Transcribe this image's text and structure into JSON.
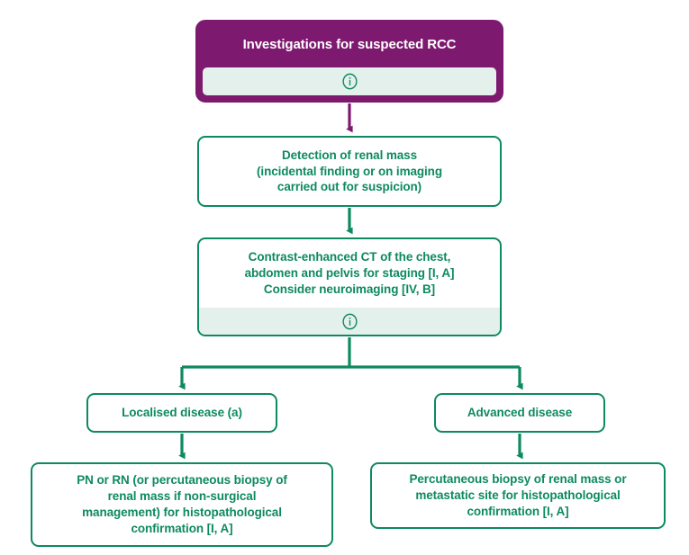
{
  "diagram": {
    "title": "Investigations for suspected RCC",
    "colors": {
      "purple": "#7D1A6F",
      "green": "#0D8A5F",
      "info_strip_bg": "#E4F0EC",
      "page_bg": "#FFFFFF"
    },
    "nodes": {
      "header": {
        "label": "Investigations for suspected RCC",
        "has_info": true,
        "info_icon": "info-circle-icon",
        "style": "purple"
      },
      "detection": {
        "label": "Detection of renal mass\n(incidental finding or on imaging\ncarried out for suspicion)",
        "lines": [
          "Detection of renal mass",
          "(incidental finding or on imaging",
          "carried out for suspicion)"
        ],
        "has_info": false,
        "style": "green"
      },
      "staging": {
        "lines": [
          "Contrast-enhanced CT of the chest,",
          "abdomen and pelvis for staging [I, A]",
          "Consider neuroimaging [IV, B]"
        ],
        "has_info": true,
        "info_icon": "info-circle-icon",
        "style": "green"
      },
      "localised": {
        "label": "Localised disease (a)",
        "style": "green"
      },
      "advanced": {
        "label": "Advanced disease",
        "style": "green"
      },
      "localised_treatment": {
        "lines": [
          "PN or RN (or percutaneous biopsy of",
          "renal mass if non-surgical",
          "management) for histopathological",
          "confirmation [I, A]"
        ],
        "style": "green"
      },
      "advanced_treatment": {
        "lines": [
          "Percutaneous biopsy of renal mass or",
          "metastatic site for histopathological",
          "confirmation [I, A]"
        ],
        "style": "green"
      }
    },
    "connectors": [
      {
        "name": "header-to-detection",
        "color": "#7D1A6F",
        "kind": "straight-arrow"
      },
      {
        "name": "detection-to-staging",
        "color": "#0D8A5F",
        "kind": "straight-arrow"
      },
      {
        "name": "staging-to-branch",
        "color": "#0D8A5F",
        "kind": "split-arrow"
      },
      {
        "name": "localised-to-treatment",
        "color": "#0D8A5F",
        "kind": "straight-arrow"
      },
      {
        "name": "advanced-to-treatment",
        "color": "#0D8A5F",
        "kind": "straight-arrow"
      }
    ]
  }
}
